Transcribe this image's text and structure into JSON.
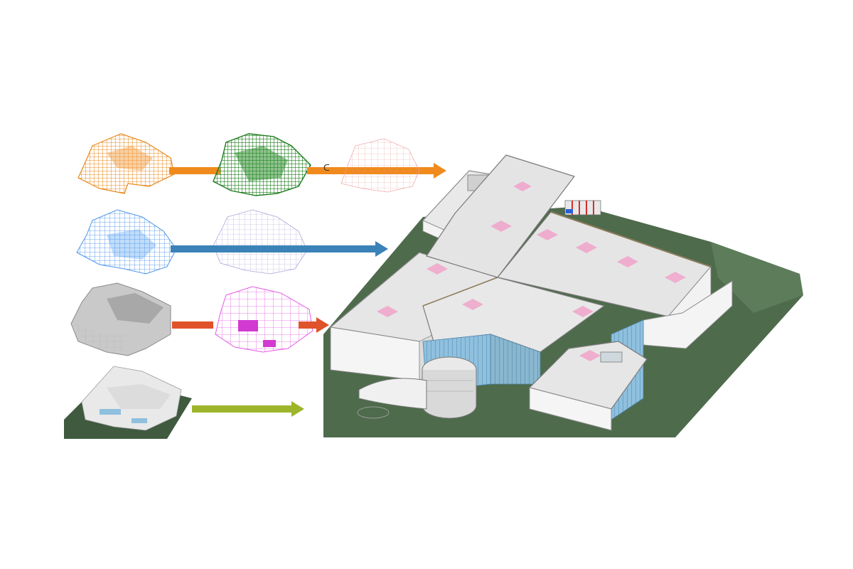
{
  "diagram": {
    "kind": "BIM model federation",
    "rows": [
      {
        "id": "row-1",
        "arrow_color": "#f08a1c",
        "disciplines": [
          {
            "name": "orange-wireframe-model",
            "color": "#e8820f"
          },
          {
            "name": "green-wireframe-model",
            "color": "#1f7d1f"
          },
          {
            "name": "red-wireframe-model",
            "color": "#e27d7d"
          }
        ]
      },
      {
        "id": "row-2",
        "arrow_color": "#3a82b8",
        "disciplines": [
          {
            "name": "blue-wireframe-model",
            "color": "#2a7ee6"
          },
          {
            "name": "purple-wireframe-model",
            "color": "#8a7fc8"
          }
        ]
      },
      {
        "id": "row-3",
        "arrow_color": "#e0522a",
        "disciplines": [
          {
            "name": "gray-solid-model",
            "color": "#9a9a9a"
          },
          {
            "name": "magenta-structure-model",
            "color": "#d23ad2"
          }
        ]
      },
      {
        "id": "row-4",
        "arrow_color": "#9cb52a",
        "disciplines": [
          {
            "name": "architectural-site-model",
            "color": "#3f5a3f"
          }
        ]
      }
    ],
    "result": {
      "name": "federated-building-model",
      "ground_color": "#4e6b4c",
      "roof_color": "#e6e6e6",
      "glass_color": "#7fb6d8",
      "accent_color": "#f0a8cc"
    }
  }
}
